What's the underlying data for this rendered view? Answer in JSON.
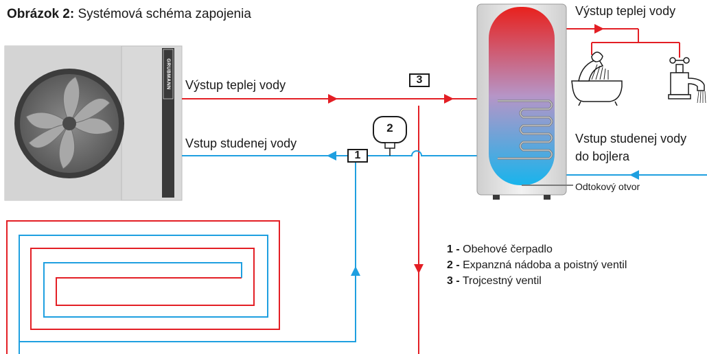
{
  "figure": {
    "title_prefix": "Obrázok 2:",
    "title_text": " Systémová schéma zapojenia"
  },
  "heat_pump": {
    "brand": "GRUBMANN"
  },
  "labels": {
    "hot_water_out": "Výstup teplej vody",
    "cold_water_in": "Vstup studenej vody",
    "tank_hot_out": "Výstup teplej vody",
    "tank_cold_in_line1": "Vstup studenej vody",
    "tank_cold_in_line2": "do bojlera",
    "drain": "Odtokový otvor"
  },
  "badges": {
    "pump": "1",
    "expansion": "2",
    "valve": "3"
  },
  "legend": [
    {
      "num": "1 -",
      "text": " Obehové čerpadlo"
    },
    {
      "num": "2 -",
      "text": " Expanzná nádoba a poistný ventil"
    },
    {
      "num": "3 -",
      "text": " Trojcestný ventil"
    }
  ],
  "colors": {
    "hot_pipe": "#e31e24",
    "cold_pipe": "#1e9fe0",
    "unit_body": "#d6d6d6",
    "unit_dark_strip": "#3a3a3a"
  },
  "icons": [
    "fan-icon",
    "bathtub-shower-icon",
    "faucet-icon",
    "expansion-tank-icon"
  ]
}
